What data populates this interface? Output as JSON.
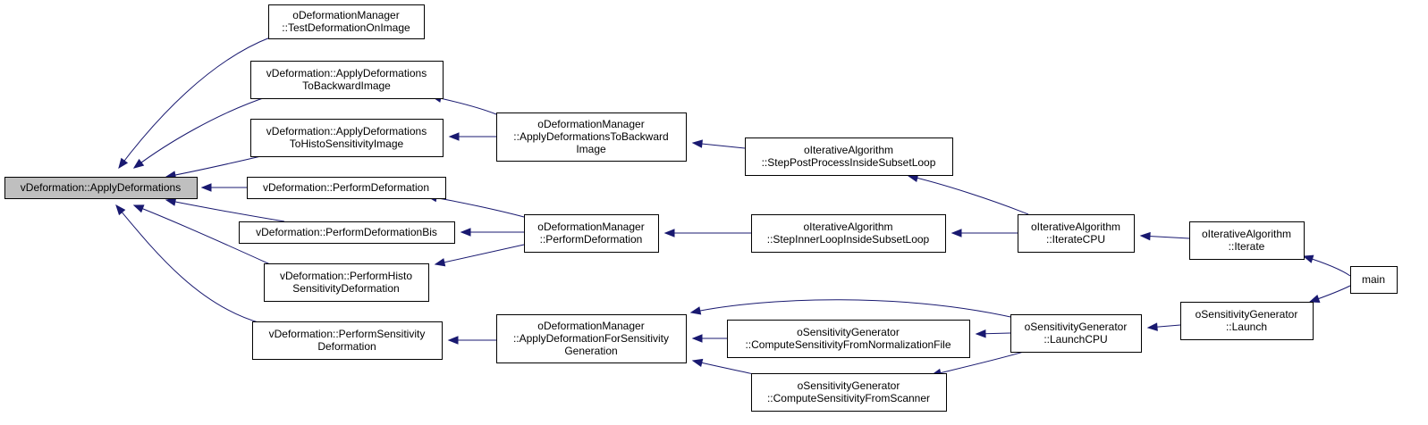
{
  "graph": {
    "nodes": [
      {
        "id": "apply_deformations",
        "lines": [
          "vDeformation::ApplyDeformations"
        ],
        "root": true
      },
      {
        "id": "test_deformation_on_image",
        "lines": [
          "oDeformationManager",
          "::TestDeformationOnImage"
        ]
      },
      {
        "id": "apply_deformations_to_backward_image",
        "lines": [
          "vDeformation::ApplyDeformations",
          "ToBackwardImage"
        ]
      },
      {
        "id": "apply_deformations_to_histo_sensitivity_image",
        "lines": [
          "vDeformation::ApplyDeformations",
          "ToHistoSensitivityImage"
        ]
      },
      {
        "id": "perform_deformation",
        "lines": [
          "vDeformation::PerformDeformation"
        ]
      },
      {
        "id": "perform_deformation_bis",
        "lines": [
          "vDeformation::PerformDeformationBis"
        ]
      },
      {
        "id": "perform_histo_sensitivity_deformation",
        "lines": [
          "vDeformation::PerformHisto",
          "SensitivityDeformation"
        ]
      },
      {
        "id": "perform_sensitivity_deformation",
        "lines": [
          "vDeformation::PerformSensitivity",
          "Deformation"
        ]
      },
      {
        "id": "mgr_apply_deformations_to_backward_image",
        "lines": [
          "oDeformationManager",
          "::ApplyDeformationsToBackward",
          "Image"
        ]
      },
      {
        "id": "mgr_perform_deformation",
        "lines": [
          "oDeformationManager",
          "::PerformDeformation"
        ]
      },
      {
        "id": "mgr_apply_deformation_for_sensitivity_generation",
        "lines": [
          "oDeformationManager",
          "::ApplyDeformationForSensitivity",
          "Generation"
        ]
      },
      {
        "id": "step_post_process_inside_subset_loop",
        "lines": [
          "oIterativeAlgorithm",
          "::StepPostProcessInsideSubsetLoop"
        ]
      },
      {
        "id": "step_inner_loop_inside_subset_loop",
        "lines": [
          "oIterativeAlgorithm",
          "::StepInnerLoopInsideSubsetLoop"
        ]
      },
      {
        "id": "compute_sensitivity_from_normalization_file",
        "lines": [
          "oSensitivityGenerator",
          "::ComputeSensitivityFromNormalizationFile"
        ]
      },
      {
        "id": "compute_sensitivity_from_scanner",
        "lines": [
          "oSensitivityGenerator",
          "::ComputeSensitivityFromScanner"
        ]
      },
      {
        "id": "iterate_cpu",
        "lines": [
          "oIterativeAlgorithm",
          "::IterateCPU"
        ]
      },
      {
        "id": "launch_cpu",
        "lines": [
          "oSensitivityGenerator",
          "::LaunchCPU"
        ]
      },
      {
        "id": "iterate",
        "lines": [
          "oIterativeAlgorithm",
          "::Iterate"
        ]
      },
      {
        "id": "launch",
        "lines": [
          "oSensitivityGenerator",
          "::Launch"
        ]
      },
      {
        "id": "main",
        "lines": [
          "main"
        ]
      }
    ],
    "edges": [
      {
        "from": "test_deformation_on_image",
        "to": "apply_deformations"
      },
      {
        "from": "apply_deformations_to_backward_image",
        "to": "apply_deformations"
      },
      {
        "from": "apply_deformations_to_histo_sensitivity_image",
        "to": "apply_deformations"
      },
      {
        "from": "perform_deformation",
        "to": "apply_deformations"
      },
      {
        "from": "perform_deformation_bis",
        "to": "apply_deformations"
      },
      {
        "from": "perform_histo_sensitivity_deformation",
        "to": "apply_deformations"
      },
      {
        "from": "perform_sensitivity_deformation",
        "to": "apply_deformations"
      },
      {
        "from": "mgr_apply_deformations_to_backward_image",
        "to": "apply_deformations_to_backward_image"
      },
      {
        "from": "mgr_apply_deformations_to_backward_image",
        "to": "apply_deformations_to_histo_sensitivity_image"
      },
      {
        "from": "mgr_perform_deformation",
        "to": "perform_deformation"
      },
      {
        "from": "mgr_perform_deformation",
        "to": "perform_deformation_bis"
      },
      {
        "from": "mgr_perform_deformation",
        "to": "perform_histo_sensitivity_deformation"
      },
      {
        "from": "mgr_apply_deformation_for_sensitivity_generation",
        "to": "perform_sensitivity_deformation"
      },
      {
        "from": "step_post_process_inside_subset_loop",
        "to": "mgr_apply_deformations_to_backward_image"
      },
      {
        "from": "step_inner_loop_inside_subset_loop",
        "to": "mgr_perform_deformation"
      },
      {
        "from": "launch_cpu",
        "to": "mgr_apply_deformation_for_sensitivity_generation"
      },
      {
        "from": "compute_sensitivity_from_normalization_file",
        "to": "mgr_apply_deformation_for_sensitivity_generation"
      },
      {
        "from": "compute_sensitivity_from_scanner",
        "to": "mgr_apply_deformation_for_sensitivity_generation"
      },
      {
        "from": "iterate_cpu",
        "to": "step_post_process_inside_subset_loop"
      },
      {
        "from": "iterate_cpu",
        "to": "step_inner_loop_inside_subset_loop"
      },
      {
        "from": "launch_cpu",
        "to": "compute_sensitivity_from_normalization_file"
      },
      {
        "from": "launch_cpu",
        "to": "compute_sensitivity_from_scanner"
      },
      {
        "from": "iterate",
        "to": "iterate_cpu"
      },
      {
        "from": "launch",
        "to": "launch_cpu"
      },
      {
        "from": "main",
        "to": "iterate"
      },
      {
        "from": "main",
        "to": "launch"
      }
    ]
  }
}
